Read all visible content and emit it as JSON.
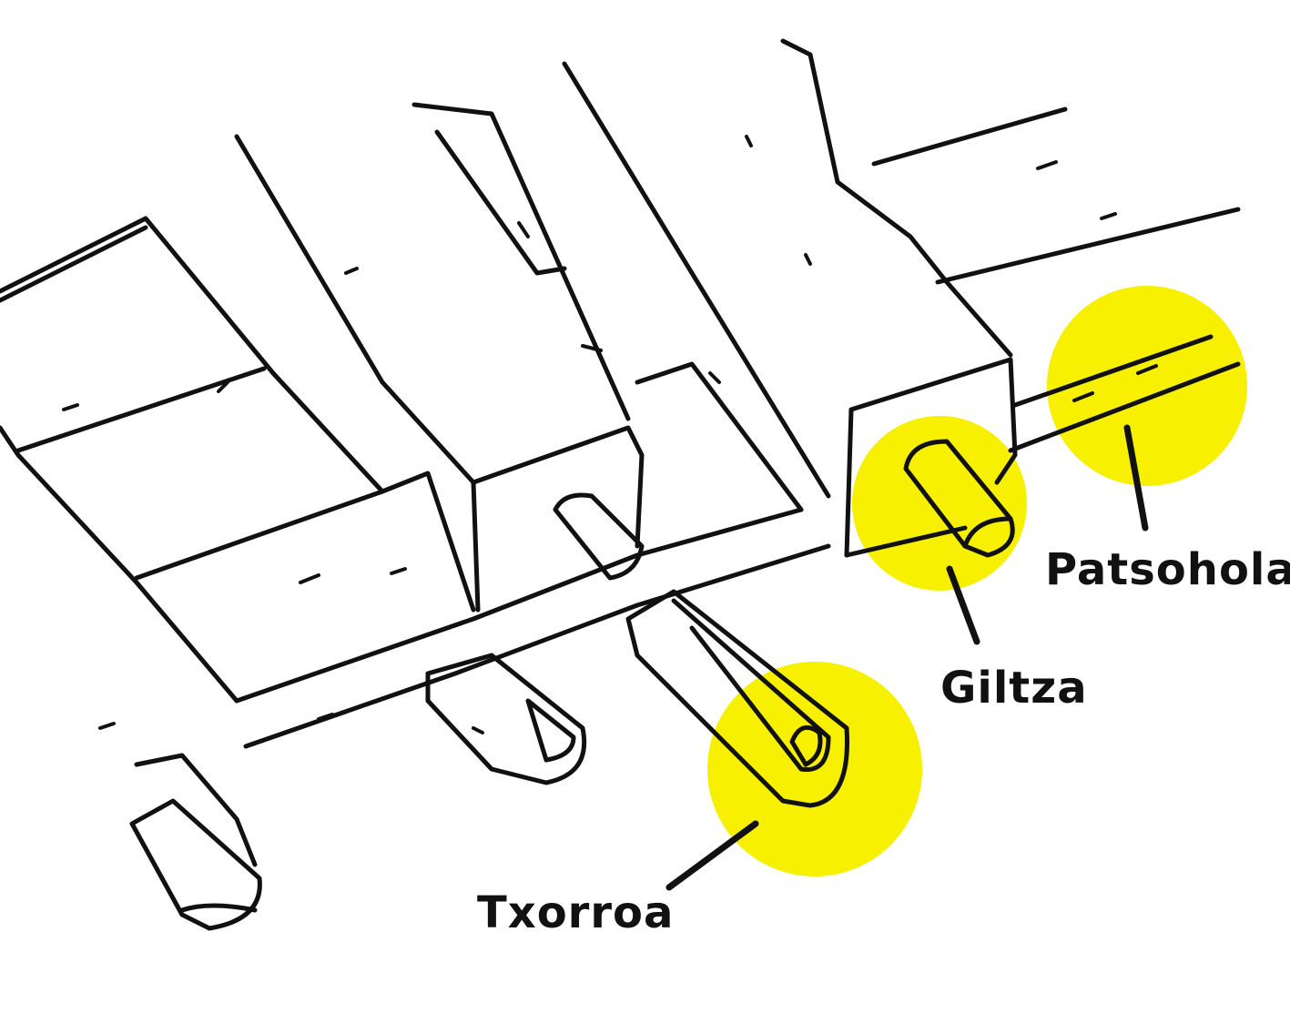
{
  "colors": {
    "highlight": "#f7f000",
    "ink": "#111111",
    "background": "#ffffff"
  },
  "labels": {
    "patsohola": "Patsohola",
    "giltza": "Giltza",
    "txorroa": "Txorroa"
  }
}
